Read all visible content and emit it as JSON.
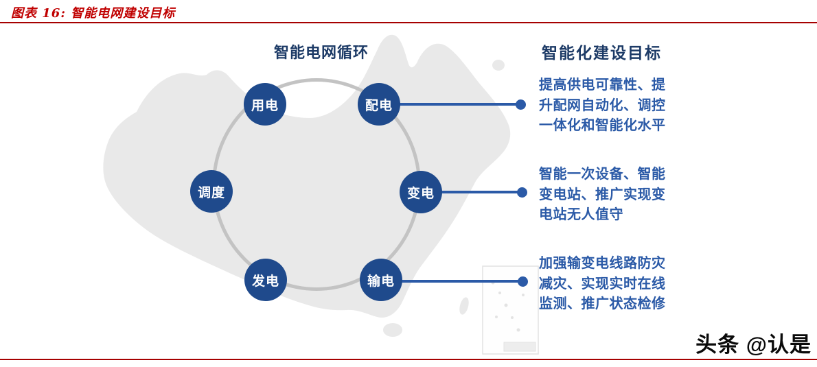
{
  "figure": {
    "title": "图表 16: 智能电网建设目标"
  },
  "diagram": {
    "cycle_heading": "智能电网循环",
    "goals_heading": "智能化建设目标",
    "nodes": [
      {
        "id": "electricity-use",
        "label": "用电"
      },
      {
        "id": "distribution",
        "label": "配电"
      },
      {
        "id": "dispatch",
        "label": "调度"
      },
      {
        "id": "transformation",
        "label": "变电"
      },
      {
        "id": "generation",
        "label": "发电"
      },
      {
        "id": "transmission",
        "label": "输电"
      }
    ],
    "goals": [
      {
        "linked_node": "配电",
        "text": "提高供电可靠性、提升配网自动化、调控一体化和智能化水平"
      },
      {
        "linked_node": "变电",
        "text": "智能一次设备、智能变电站、推广实现变电站无人值守"
      },
      {
        "linked_node": "输电",
        "text": "加强输变电线路防灾减灾、实现实时在线监测、推广状态检修"
      }
    ],
    "colors": {
      "node_blue": "#1F4A8C",
      "link_blue": "#2B5AA7",
      "heading_navy": "#1C3A66",
      "accent_red": "#C00000",
      "ring_gray": "#C3C3C3",
      "map_gray": "#E9E9E9"
    }
  },
  "watermark": {
    "text": "头条 @认是"
  }
}
